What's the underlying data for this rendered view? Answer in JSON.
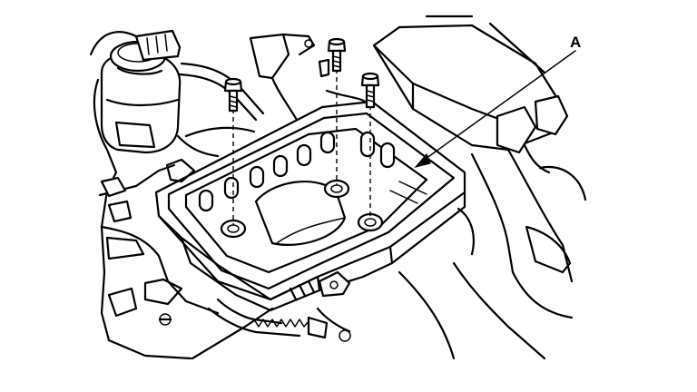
{
  "diagram": {
    "callouts": [
      {
        "id": "A",
        "label": "A"
      }
    ],
    "parts": [
      "fluid-reservoir",
      "electrical-connector",
      "tray",
      "bolt",
      "bolt",
      "bolt",
      "bolt-hole",
      "bolt-hole",
      "bolt-hole",
      "mounting-bracket",
      "spring-clamp",
      "hoses"
    ]
  }
}
